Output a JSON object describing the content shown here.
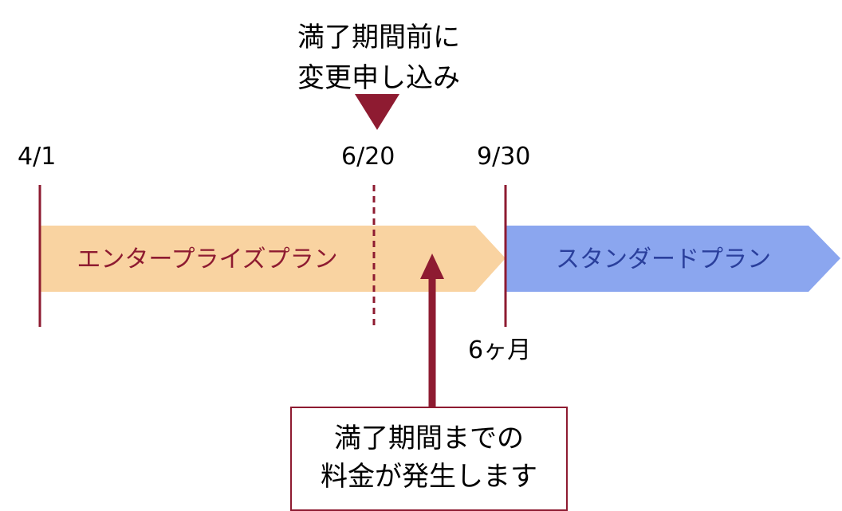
{
  "callout_top": {
    "line1": "満了期間前に",
    "line2": "変更申し込み"
  },
  "dates": {
    "start": "4/1",
    "change": "6/20",
    "end": "9/30"
  },
  "plans": {
    "current": "エンタープライズプラン",
    "next": "スタンダードプラン"
  },
  "duration": "6ヶ月",
  "callout_bottom": {
    "line1": "満了期間までの",
    "line2": "料金が発生します"
  },
  "colors": {
    "accent": "#8e1b31",
    "current_plan_fill": "#f9d3a1",
    "current_plan_text": "#8e1b31",
    "next_plan_fill": "#8ba6ef",
    "next_plan_text": "#2a3f9c"
  }
}
